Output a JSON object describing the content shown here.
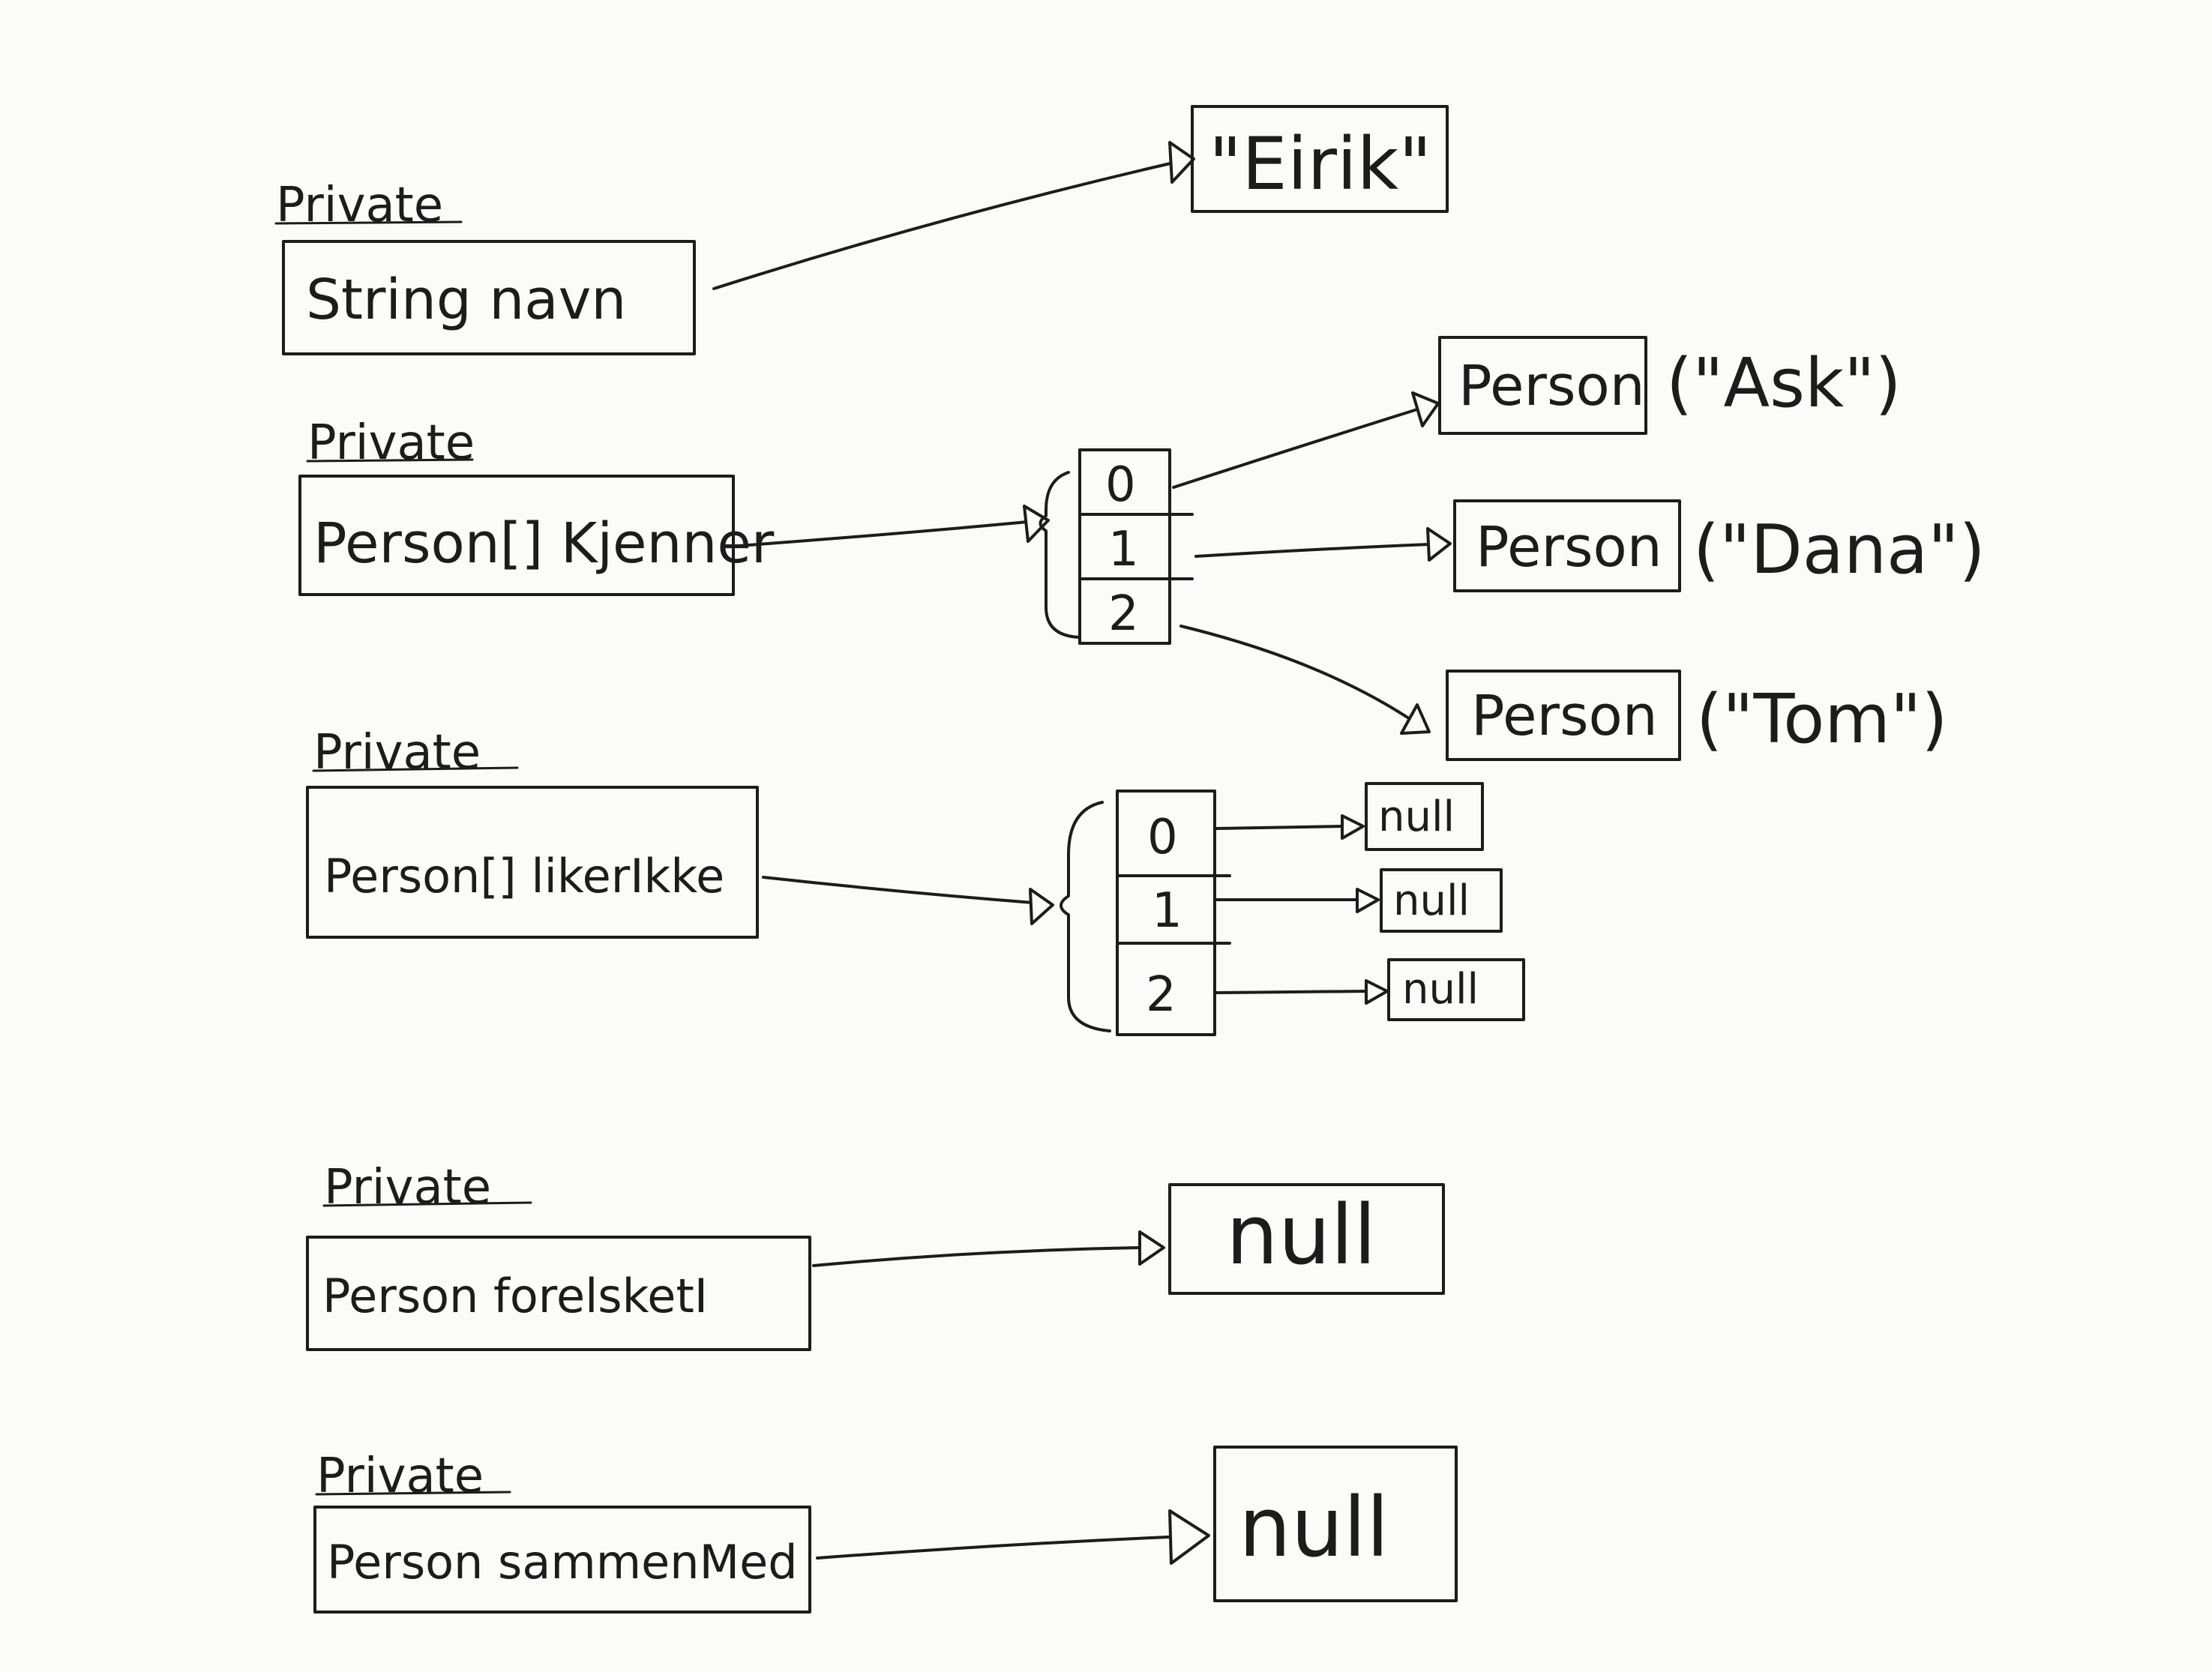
{
  "modifier": "Private",
  "fields": {
    "navn": "String navn",
    "kjenner": "Person[] Kjenner",
    "likerIkke": "Person[] likerIkke",
    "forelsketI": "Person forelsketI",
    "sammenMed": "Person sammenMed"
  },
  "name_value": "\"Eirik\"",
  "kjenner_array": {
    "indices": [
      "0",
      "1",
      "2"
    ],
    "objects": [
      {
        "type": "Person",
        "arg": "(\"Ask\")"
      },
      {
        "type": "Person",
        "arg": "(\"Dana\")"
      },
      {
        "type": "Person",
        "arg": "(\"Tom\")"
      }
    ]
  },
  "likerIkke_array": {
    "indices": [
      "0",
      "1",
      "2"
    ],
    "values": [
      "null",
      "null",
      "null"
    ]
  },
  "forelsketI_value": "null",
  "sammenMed_value": "null"
}
